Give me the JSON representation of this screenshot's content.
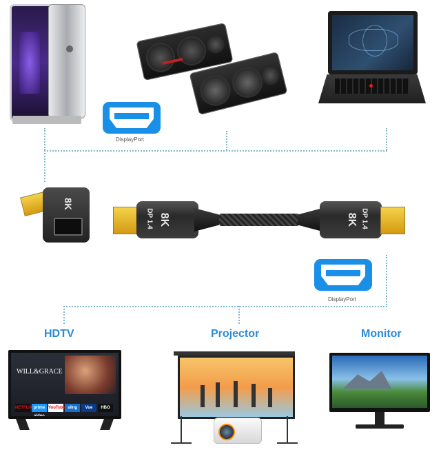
{
  "connector_labels": {
    "top": "DisplayPort",
    "bottom": "DisplayPort"
  },
  "categories": {
    "tv": "HDTV",
    "projector": "Projector",
    "monitor": "Monitor"
  },
  "cable": {
    "version": "DP 1.4",
    "resolution": "8K"
  },
  "adapter": {
    "resolution": "8K"
  },
  "tv_screen": {
    "show_title": "WILL&GRACE",
    "apps": [
      "NETFLIX",
      "prime video",
      "YouTube",
      "sling",
      "Vue",
      "HBO"
    ]
  },
  "colors": {
    "accent_blue": "#1a8fe8",
    "label_blue": "#2a8ad6",
    "dotted_line": "#7fb8cc"
  }
}
